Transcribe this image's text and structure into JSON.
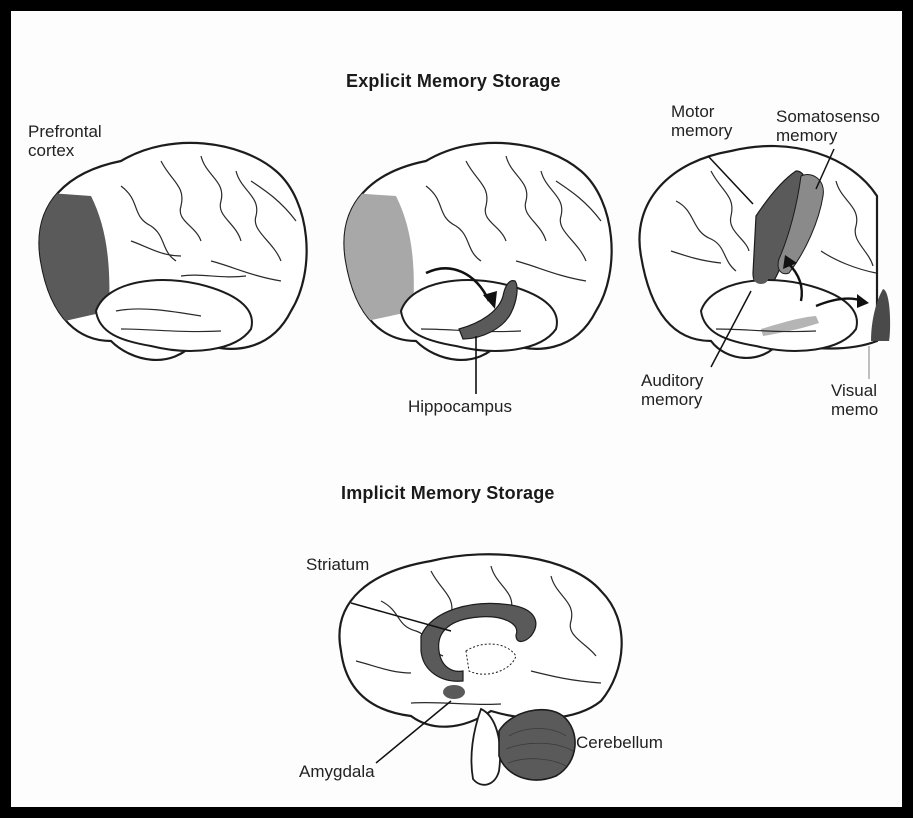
{
  "explicit_heading": "Explicit Memory Storage",
  "implicit_heading": "Implicit Memory Storage",
  "labels": {
    "prefrontal": "Prefrontal\ncortex",
    "hippocampus": "Hippocampus",
    "motor": "Motor\nmemory",
    "somatosensory": "Somatosenso\nmemory",
    "auditory": "Auditory\nmemory",
    "visual": "Visual\nmemo",
    "striatum": "Striatum",
    "amygdala": "Amygdala",
    "cerebellum": "Cerebellum"
  },
  "colors": {
    "region_dark": "#5a5a5a",
    "region_light": "#a8a8a8",
    "outline": "#1c1c1c",
    "frame": "#000000"
  }
}
